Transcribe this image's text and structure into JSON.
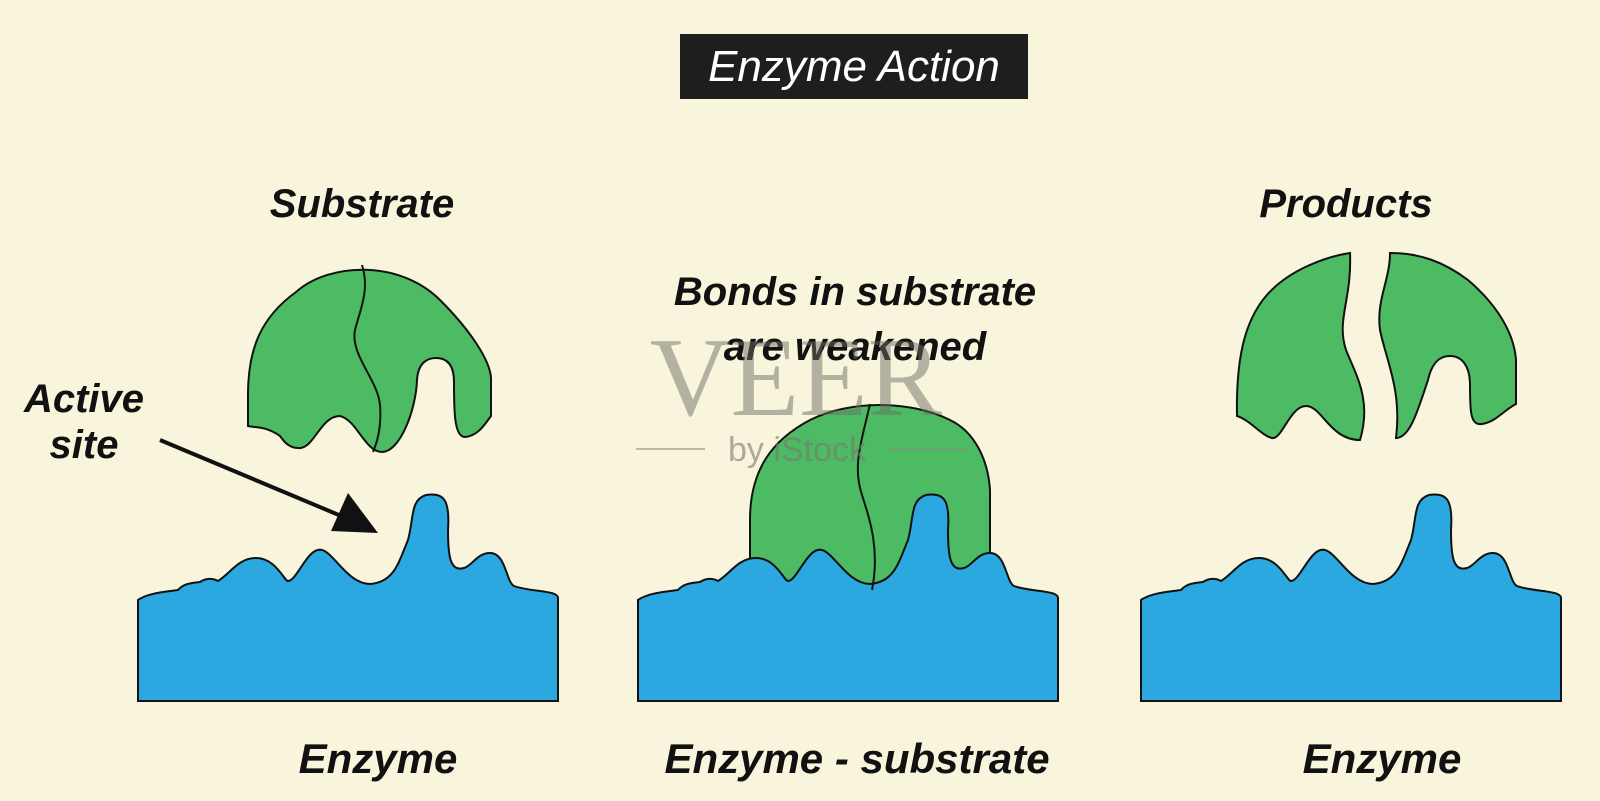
{
  "title": "Enzyme Action",
  "labels": {
    "substrate": "Substrate",
    "products": "Products",
    "bonds_line1": "Bonds in substrate",
    "bonds_line2": "are weakened",
    "active_site_line1": "Active",
    "active_site_line2": "site",
    "enzyme_left": "Enzyme",
    "enzyme_substrate": "Enzyme - substrate",
    "enzyme_right": "Enzyme"
  },
  "watermark": {
    "main": "VEER",
    "sub": "by iStock"
  },
  "colors": {
    "background": "#F8F5DC",
    "enzyme": "#2CA8E1",
    "substrate": "#4CBB63",
    "outline": "#111111",
    "title_box": "#1E1E1E"
  }
}
